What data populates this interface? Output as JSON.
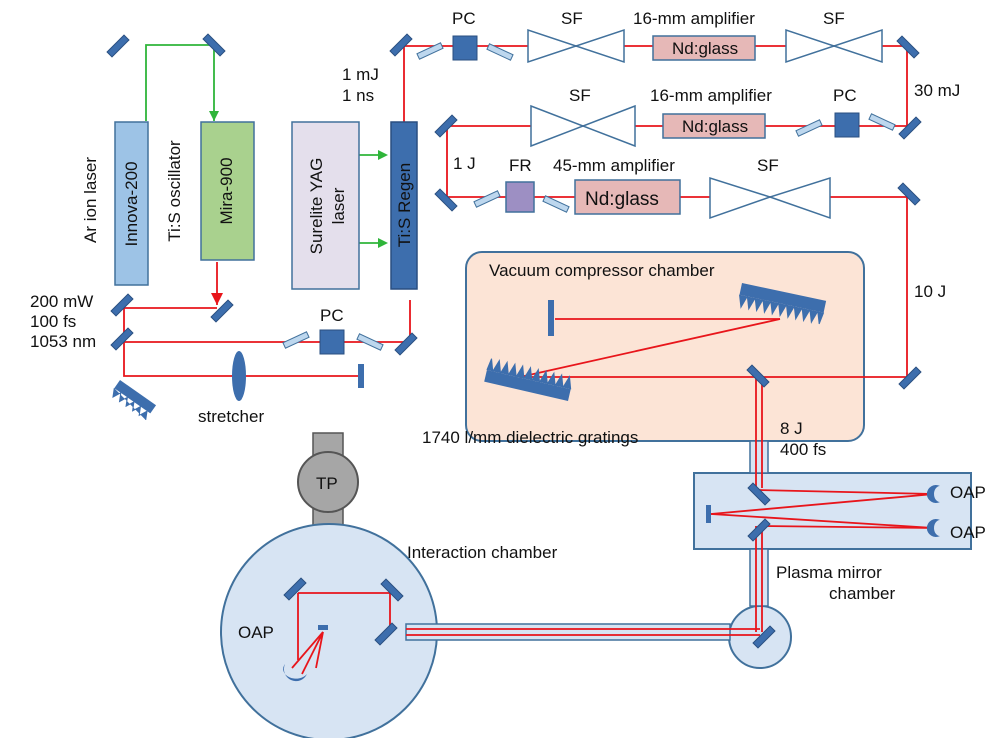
{
  "labels": {
    "ar_ion_laser": "Ar ion laser",
    "innova": "Innova-200",
    "tis_oscillator": "Ti:S oscillator",
    "mira": "Mira-900",
    "surelite_yag_line1": "Surelite YAG",
    "surelite_yag_line2": "laser",
    "tis_regen": "Ti:S Regen",
    "energy_1mj": "1 mJ",
    "duration_1ns": "1 ns",
    "pc": "PC",
    "sf": "SF",
    "amp16": "16-mm amplifier",
    "amp45": "45-mm amplifier",
    "ndglass": "Nd:glass",
    "energy_30mj": "30 mJ",
    "energy_1j": "1 J",
    "fr": "FR",
    "energy_10j": "10 J",
    "vacuum_chamber": "Vacuum compressor chamber",
    "power_200mw": "200 mW",
    "duration_100fs": "100 fs",
    "wavelength_1053": "1053 nm",
    "stretcher": "stretcher",
    "gratings": "1740 l/mm  dielectric gratings",
    "energy_8j": "8 J",
    "duration_400fs": "400 fs",
    "tp": "TP",
    "oap": "OAP",
    "interaction_chamber": "Interaction chamber",
    "plasma_mirror_line1": "Plasma mirror",
    "plasma_mirror_line2": "chamber"
  },
  "colors": {
    "beam": "#e8151b",
    "pump": "#2fb53a",
    "optic": "#3d6ead",
    "optic_edge": "#2a4f80",
    "innova_fill": "#9dc3e6",
    "mira_fill": "#a9d18e",
    "surelite_fill": "#e4dfec",
    "regen_fill": "#3d6ead",
    "amp_fill": "#e6b8b7",
    "fr_fill": "#9d8fc3",
    "vacuum_fill": "#fce4d6",
    "chamber_fill": "#d7e4f3",
    "plate_fill": "#bdd7ee"
  }
}
